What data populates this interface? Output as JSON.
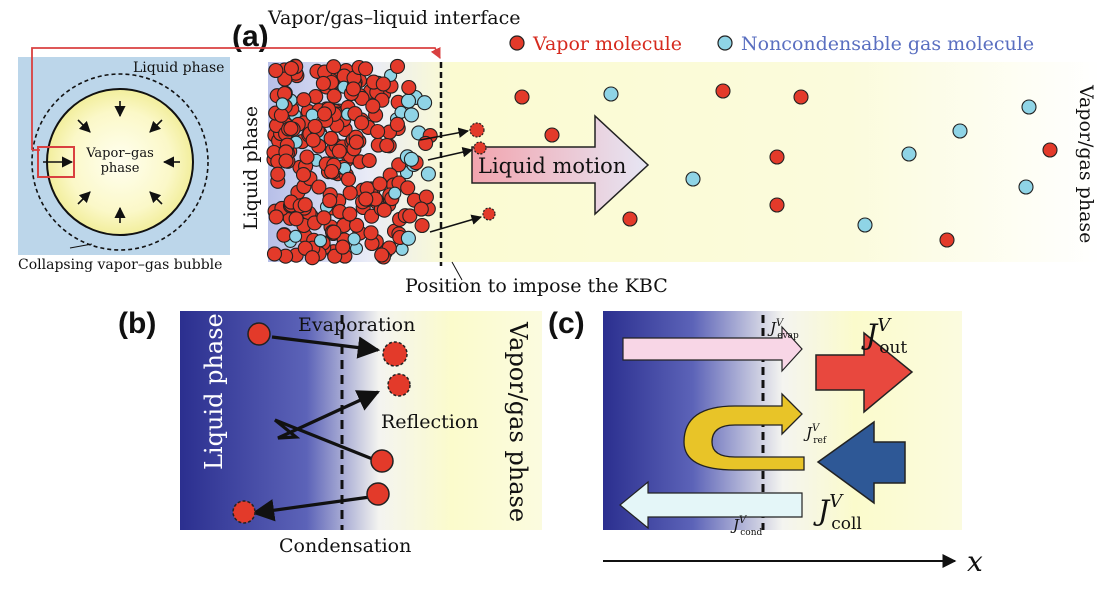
{
  "colors": {
    "vapor": "#e33a2a",
    "gas": "#8fd4e6",
    "liquid_dark": "#2b2f8f",
    "vapor_light": "#fbfbd0",
    "bubble_bg": "#bcd6ea",
    "red_outline": "#d94040",
    "label_red": "#d62a1e",
    "label_blue": "#5a6fc0"
  },
  "panel_a": {
    "label": "(a)",
    "interface_title": "Vapor/gas–liquid interface",
    "legend_vapor": "Vapor molecule",
    "legend_gas": "Noncondensable gas molecule",
    "bubble_liquid_phase": "Liquid phase",
    "bubble_inner_line1": "Vapor–gas",
    "bubble_inner_line2": "phase",
    "bubble_caption": "Collapsing vapor–gas bubble",
    "liquid_phase_label": "Liquid phase",
    "vapor_gas_label": "Vapor/gas phase",
    "liquid_motion": "Liquid motion",
    "kbc_position": "Position to impose the KBC"
  },
  "panel_b": {
    "label": "(b)",
    "evaporation": "Evaporation",
    "reflection": "Reflection",
    "condensation": "Condensation",
    "liquid_phase": "Liquid phase",
    "vapor_gas_phase": "Vapor/gas phase"
  },
  "panel_c": {
    "label": "(c)",
    "j_sym": "J",
    "super_v": "V",
    "sub_evap": "evap",
    "sub_out": "out",
    "sub_ref": "ref",
    "sub_coll": "coll",
    "sub_cond": "cond",
    "axis_x": "x"
  }
}
